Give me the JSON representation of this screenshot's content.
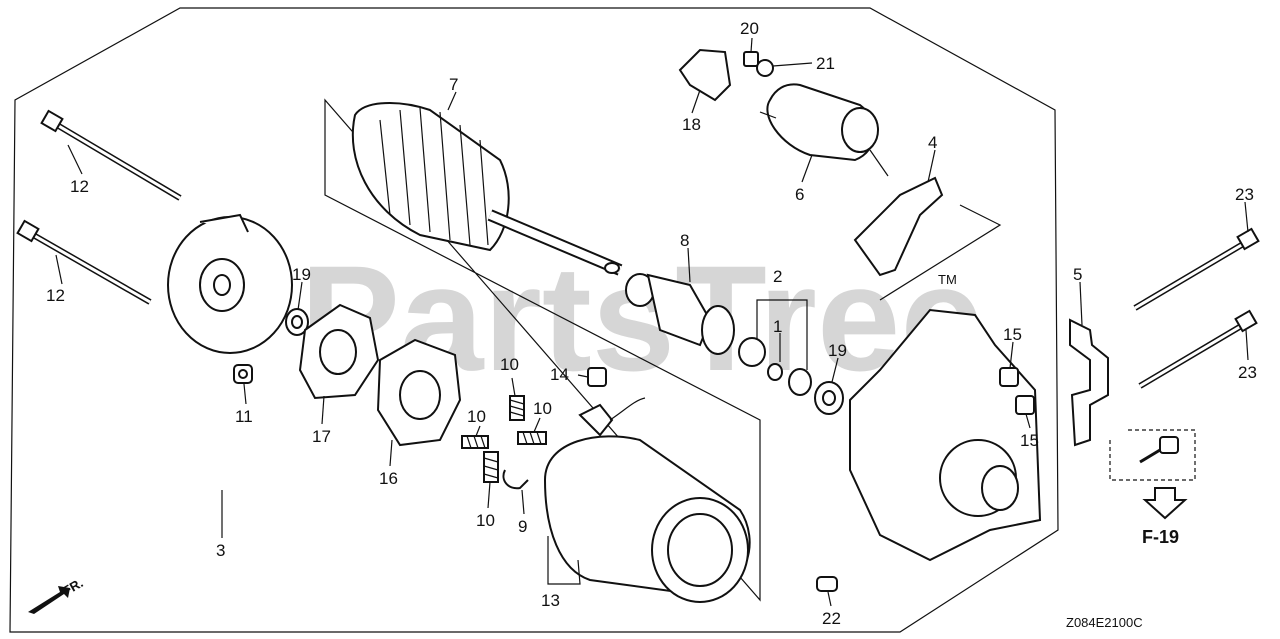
{
  "watermark": {
    "text": "PartsTree",
    "trademark": "TM"
  },
  "part_callouts": [
    "1",
    "2",
    "3",
    "4",
    "5",
    "6",
    "7",
    "8",
    "9",
    "10",
    "10",
    "10",
    "10",
    "11",
    "12",
    "12",
    "13",
    "14",
    "15",
    "15",
    "16",
    "17",
    "18",
    "19",
    "19",
    "20",
    "21",
    "22",
    "23",
    "23"
  ],
  "reference": {
    "label": "F-19"
  },
  "front_indicator": {
    "label": "FR."
  },
  "diagram_code": "Z084E2100C",
  "colors": {
    "ink": "#111111",
    "watermark": "#d6d6d6",
    "background": "#ffffff"
  }
}
